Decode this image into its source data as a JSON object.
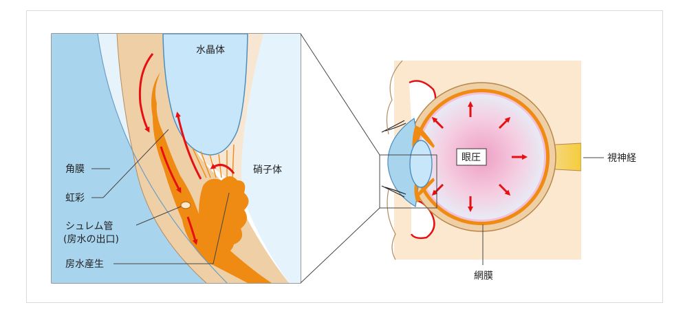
{
  "labels": {
    "lens": "水晶体",
    "vitreous": "硝子体",
    "cornea": "角膜",
    "iris": "虹彩",
    "schlemm_line1": "シュレム管",
    "schlemm_line2": "(房水の出口)",
    "aqueous_production": "房水産生",
    "iop": "眼圧",
    "optic_nerve": "視神経",
    "retina": "網膜"
  },
  "colors": {
    "cornea": "#a9d4ee",
    "lens": "#c8e6f9",
    "vitreous": "#e4f3fc",
    "tissue": "#efcfa6",
    "iris": "#ef8a12",
    "arrow": "#e60f12",
    "pressure": "#f2b8d2",
    "nerve": "#f5cc3a"
  }
}
